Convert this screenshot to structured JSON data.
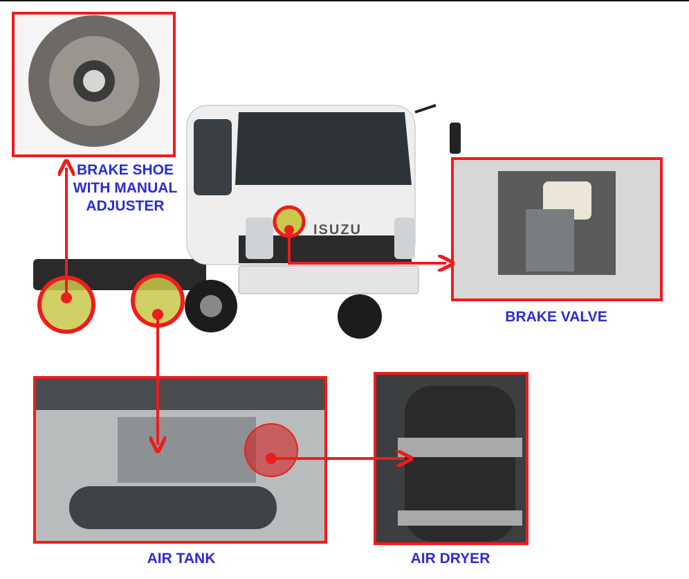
{
  "labels": {
    "brake_shoe": [
      "BRAKE SHOE",
      "WITH MANUAL",
      "ADJUSTER"
    ],
    "brake_valve": "BRAKE VALVE",
    "air_tank": "AIR TANK",
    "air_dryer": "AIR DRYER"
  },
  "truck": {
    "brand": "ISUZU"
  },
  "colors": {
    "frame": "#ee1c1c",
    "label": "#2b2bd6",
    "highlight": "#c8c84a"
  }
}
